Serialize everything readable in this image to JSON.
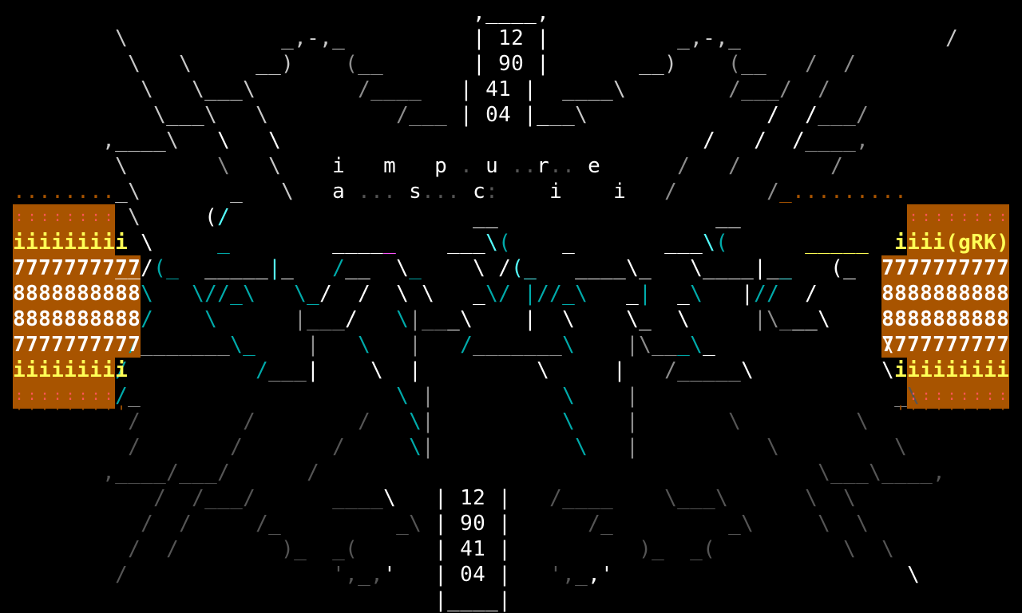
{
  "palette": {
    "background": "#000000",
    "w": "#ffffff",
    "l": "#c8c8c8",
    "g": "#8c8c8c",
    "d": "#555555",
    "c": "#00aaaa",
    "C": "#55ffff",
    "m": "#ff55ff",
    "G": "#55ff55",
    "y": "#ffff55",
    "o": "#ff5555",
    "b": "#a85400"
  },
  "counter_top": {
    "values": [
      "12",
      "90",
      "41",
      "04"
    ]
  },
  "counter_bottom": {
    "values": [
      "12",
      "90",
      "41",
      "04"
    ]
  },
  "letters_row1": [
    "i",
    "m",
    "p",
    "u",
    "r",
    "e"
  ],
  "letters_row2": [
    "a",
    "s",
    "c",
    "i",
    "i"
  ],
  "left_panel": {
    "rows": [
      "iiiiiiiii",
      "7777777777",
      "8888888888",
      "8888888888",
      "7777777777",
      "iiiiiiiii"
    ]
  },
  "right_panel": {
    "rows": [
      "iiii(gRK)",
      "7777777777",
      "8888888888",
      "8888888888",
      "7777777777",
      "iiiiiiiii"
    ]
  },
  "screen": {
    "cols": 80,
    "rows": 24,
    "lines": [
      "                                     ,____,                                     ",
      "         \\            _,-,_          | 12 |          _,-,_                /    ",
      "          \\   \\     __)    (__       | 90 |       __)    (__   /  /           ",
      "           \\   \\___\\        /____   | 41 |  ____\\        /___/  /            ",
      "            \\___\\   \\          /___ | 04 |___\\              /  /___/         ",
      "        ,____\\   \\   \\                                 /   /  /____,          ",
      "         \\       \\   \\    i   m   p . u ..r.. e      /   /       /            ",
      " ........_\\       _   \\   a ... s... c:    i    i   /       /_.........       ",
      "          \\     (/                   __                 __                    ",
      "           \\     _        _____    ___\\(    _       ___\\(      _____          ",
      "         __/(_  _____|_   /__  \\_    \\ /(_   ____\\_   \\____|__   (_          ",
      "           \\   \\//_\\   \\_/  /  \\ \\   _\\/ |//_\\   _|  _\\   |//  /            ",
      "           /    \\      |___/   \\|___\\    |  \\    \\_  \\     |\\___\\           ",
      "          /_______\\_    |   \\   |   /_______\\    |\\___\\_             \\       ",
      "         /          /___|    \\  |         \\     |   /_____\\          \\       ",
      "         /_                    \\ |          \\    |                    _\\      ",
      "          /        /        /   \\|          \\    |       \\         \\          ",
      "          /       /       /     \\|           \\   |          \\         \\       ",
      "        ,____/___/      /                                       \\___\\____,    ",
      "            /  /___/      ____\\   | 12 |   /____    \\___\\      \\  \\           ",
      "           /  /     /_         _\\ | 90 |      /_         _\\     \\  \\          ",
      "          /  /        )_  _(      | 41 |          )_  _(          \\  \\        ",
      "         /                ',_,'   | 04 |   ',_,'                       \\      ",
      "                                  |____|                                      "
    ],
    "colors": [
      "                                     wwwwww                                     ",
      "         l            lllll          wwwwww          lllll                l    ",
      "          l   l     lll    ggg       wwwwww       lll    ggg   g  g           ",
      "           l   lllll        ggggg   wwwwww  lllll        ggggg  g            ",
      "            lllll   l          gggg wwwwww llll              g  gggg         ",
      "        lllllll   l   l                                 g   g  gggggg          ",
      "         l       g   l    w   w   w d w ddwdd w      g   g       g            ",
      " bbbbbbbbll       l   l   w ddd wddd wd    w    w   g       gbbbbbbbbbb       ",
      "          l     wC                   ww                 ww                    ",
      "           w     c        wwwwm    wwwCc    w       wwwCc      yyyyy          ",
      "         wwwcc  wwwwwCw   cwww  cc    c CCc   wwwwwcc   wwwwwCww   cc          ",
      "           c   ccccc   cc c  c  c c   cc cccccc   cc  cc   ccc  d            ",
      "           c    c      gggg   ccggg    c  c    cc  c     ccggg           ",
      "          cgggggggcc    g   c   g   cgggggggc    ggggcc             d       ",
      "         c          cggg    c  g         c     g   cgggggg          d       ",
      "         cg                    c g          c    g                    gd      ",
      "          d        d        d   cg          c    g       d         d          ",
      "          d       d       d     cg           c   g          d         d       ",
      "        dddddddddd      d                                       dddddddddd    ",
      "            d  ddddd      dddd    wwwwww   ddddd    ddddd      d  d           ",
      "           d  d     dd         dd wwwwww      dd         dd     d  d          ",
      "          d  d        dd  dd      wwwwww          dd  dd          d  d        ",
      "         d                dddd   wwwwww   dddd                       d      ",
      "                                  wwwwww                                      "
    ]
  }
}
